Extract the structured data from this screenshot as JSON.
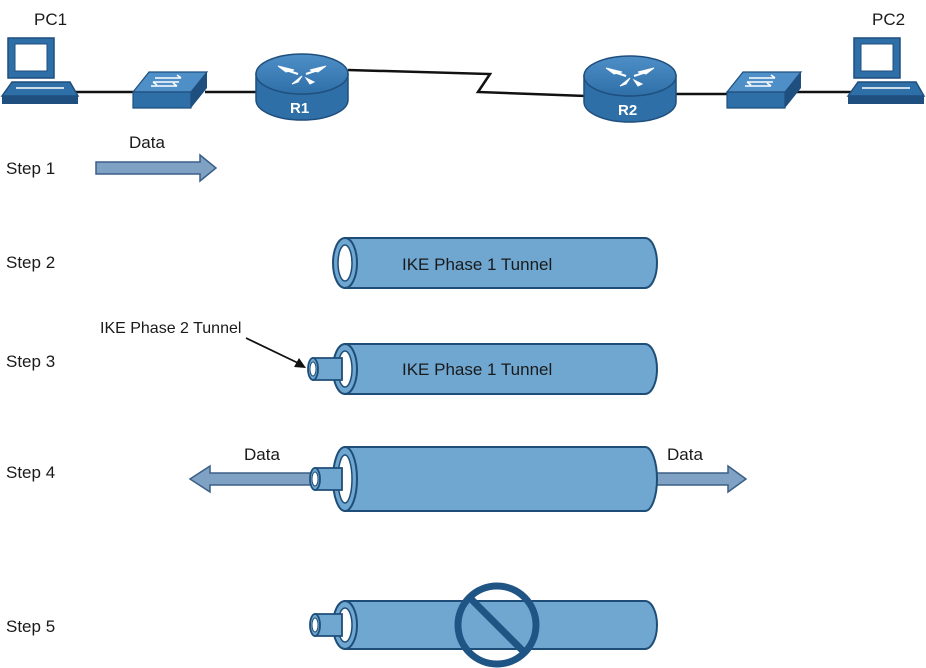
{
  "devices": {
    "pc1_label": "PC1",
    "pc2_label": "PC2",
    "r1_label": "R1",
    "r2_label": "R2"
  },
  "steps": {
    "step1": "Step 1",
    "step2": "Step 2",
    "step3": "Step 3",
    "step4": "Step 4",
    "step5": "Step 5"
  },
  "labels": {
    "data_step1": "Data",
    "ike_phase1_step2": "IKE Phase 1 Tunnel",
    "ike_phase2_callout": "IKE Phase 2 Tunnel",
    "ike_phase1_step3": "IKE Phase 1 Tunnel",
    "data_step4_left": "Data",
    "data_step4_right": "Data"
  },
  "colors": {
    "tunnel_fill": "#6fa7d0",
    "tunnel_stroke": "#1e4e78",
    "device_fill": "#2f6fa8",
    "device_dark": "#1f4f7e",
    "arrow_fill": "#7fa2c4",
    "prohibit_stroke": "#1f5585"
  },
  "icons": [
    "pc-icon",
    "switch-icon",
    "router-icon",
    "prohibited-icon"
  ]
}
